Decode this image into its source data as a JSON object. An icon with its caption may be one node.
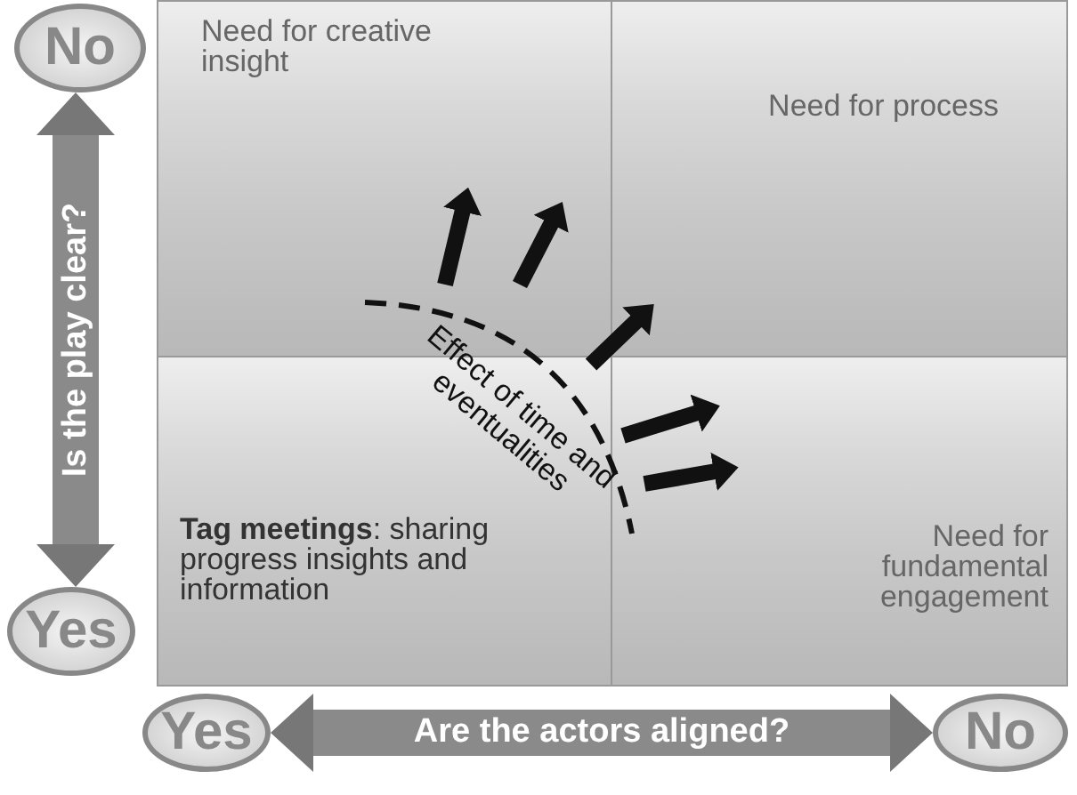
{
  "diagram": {
    "nodes": [
      {
        "text": [
          "No"
        ]
      },
      {
        "text": [
          "Yes"
        ]
      },
      {
        "text": [
          "Yes"
        ]
      },
      {
        "text": [
          "No"
        ]
      },
      {
        "text": [
          "Need for creative insight"
        ]
      },
      {
        "text": [
          "Need for process"
        ]
      },
      {
        "text": [
          "**Tag meetings**: sharing progress insights and information"
        ]
      },
      {
        "text": [
          "Need for fundamental engagement"
        ]
      }
    ],
    "edges": [
      {
        "from": 0,
        "to": 1,
        "arrow": "both",
        "label": "Is the play clear?"
      },
      {
        "from": 2,
        "to": 3,
        "arrow": "both",
        "label": "Are the actors aligned?"
      }
    ],
    "labels": [
      "Effect of time and eventualities"
    ]
  }
}
